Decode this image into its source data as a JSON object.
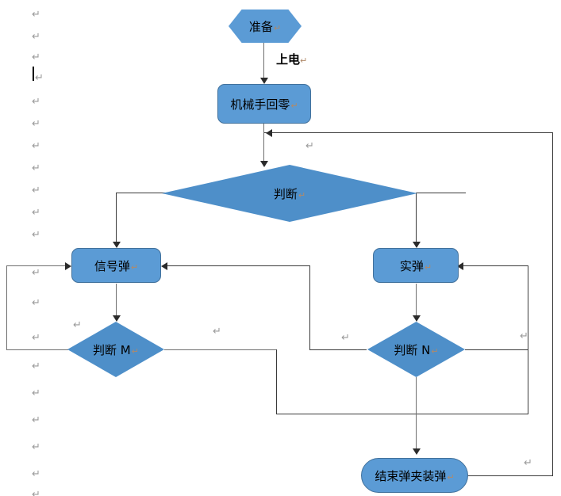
{
  "document": {
    "type": "word-document-flowchart",
    "background_color": "#ffffff",
    "paragraph_mark_glyph": "↵",
    "paragraph_mark_color": "#9a9a9a"
  },
  "palette": {
    "shape_fill": "#5B9BD5",
    "diamond_fill": "#4E8FC9",
    "shape_border": "#41719C",
    "connector": "#3a3a3a",
    "text": "#000000",
    "inline_mark": "#b08a6a"
  },
  "flowchart": {
    "nodes": [
      {
        "id": "prepare",
        "label": "准备",
        "mark": "↵",
        "shape": "hexagon"
      },
      {
        "id": "home",
        "label": "机械手回零",
        "mark": "↵",
        "shape": "process"
      },
      {
        "id": "judge",
        "label": "判断",
        "mark": "↵",
        "shape": "decision"
      },
      {
        "id": "flare",
        "label": "信号弹",
        "mark": "↵",
        "shape": "process"
      },
      {
        "id": "live",
        "label": "实弹",
        "mark": "↵",
        "shape": "process"
      },
      {
        "id": "judge-m",
        "label": "判断 M",
        "mark": "↵",
        "shape": "decision"
      },
      {
        "id": "judge-n",
        "label": "判断 N",
        "mark": "↵",
        "shape": "decision"
      },
      {
        "id": "finish",
        "label": "结束弹夹装弹",
        "mark": "↵",
        "shape": "terminator"
      }
    ],
    "edge_labels": [
      {
        "id": "power-on",
        "label": "上电",
        "mark": "↵",
        "from": "prepare",
        "to": "home"
      }
    ],
    "edges": [
      {
        "from": "prepare",
        "to": "home",
        "label": "上电"
      },
      {
        "from": "home",
        "to": "judge",
        "label": ""
      },
      {
        "from": "judge",
        "to": "flare",
        "label": ""
      },
      {
        "from": "judge",
        "to": "live",
        "label": ""
      },
      {
        "from": "flare",
        "to": "judge-m",
        "label": ""
      },
      {
        "from": "live",
        "to": "judge-n",
        "label": ""
      },
      {
        "from": "judge-m",
        "to": "flare",
        "label": ""
      },
      {
        "from": "judge-m",
        "to": "live",
        "label": ""
      },
      {
        "from": "judge-n",
        "to": "flare",
        "label": ""
      },
      {
        "from": "judge-n",
        "to": "finish",
        "label": ""
      },
      {
        "from": "finish",
        "to": "judge",
        "label": ""
      }
    ]
  },
  "margin_marks": {
    "glyph": "↵",
    "count": 16,
    "rows": [
      12,
      50,
      88,
      126,
      164,
      202,
      240,
      278,
      316,
      354,
      392,
      430,
      468,
      506,
      544,
      582,
      610
    ]
  }
}
